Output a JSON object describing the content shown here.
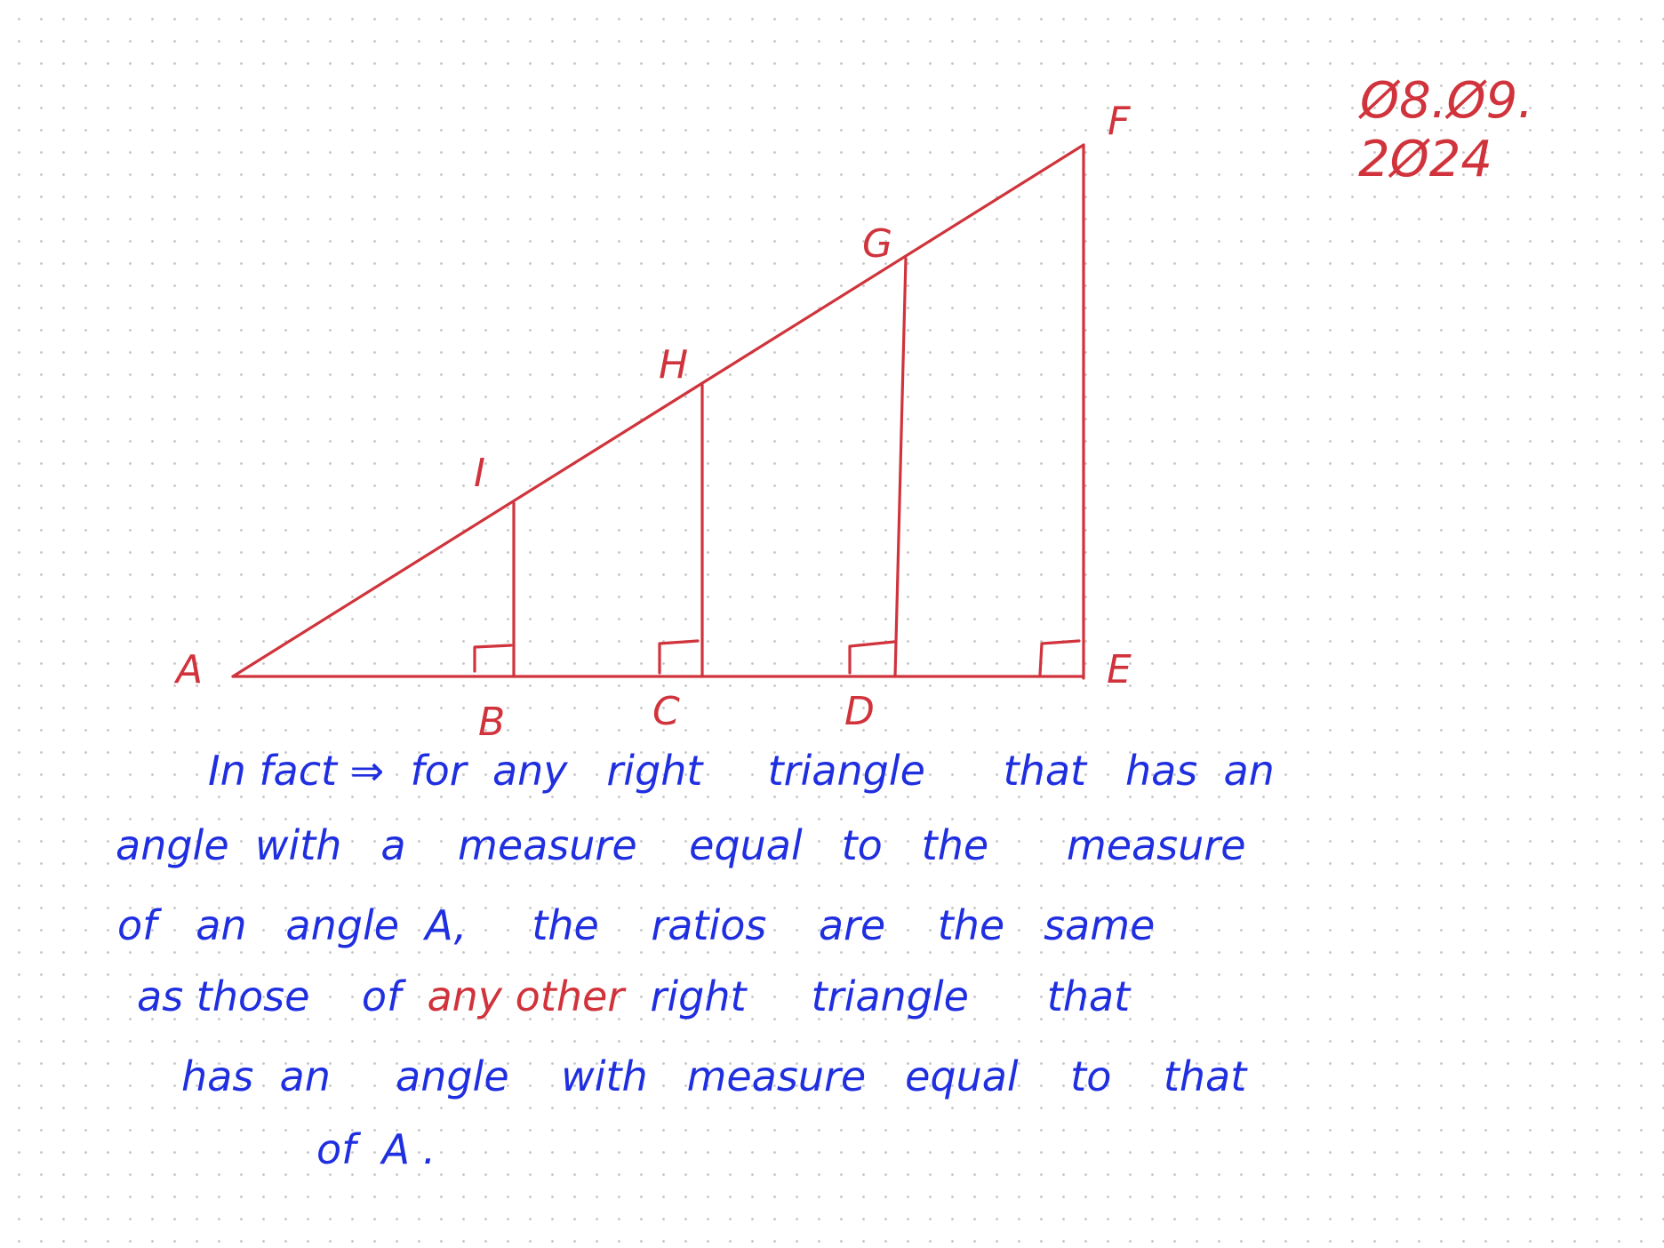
{
  "date": {
    "line1": "Ø8.Ø9.",
    "line2": "2Ø24"
  },
  "point_labels": {
    "A": "A",
    "B": "B",
    "C": "C",
    "D": "D",
    "E": "E",
    "F": "F",
    "G": "G",
    "H": "H",
    "I": "I"
  },
  "note": {
    "l1": "In fact ⇒  for  any   right     triangle      that   has  an",
    "l2": "angle  with   a    measure    equal   to   the      measure",
    "l3a": "of   an   angle  A,     the    ratios    are    the   same",
    "l4a": "as those    of  ",
    "l4b": "any other",
    "l4c": "  right     triangle      that",
    "l5": "has  an     angle    with   measure   equal    to    that",
    "l6": "of  A ."
  },
  "colors": {
    "ink_red": "#d0333b",
    "ink_blue": "#1f2fe0",
    "dot_grid": "#c9c9c9"
  }
}
